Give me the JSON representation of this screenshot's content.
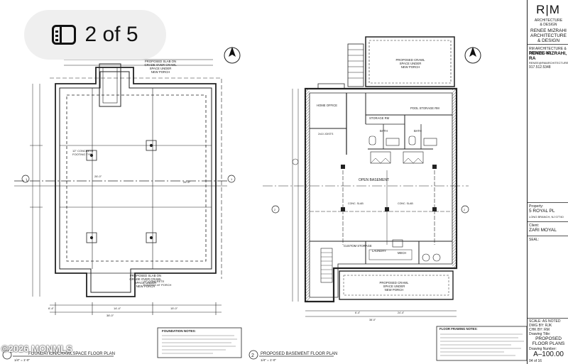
{
  "page_counter": {
    "current_text": "2 of 5",
    "icon": "sidebar-book-icon"
  },
  "watermark": "©2026 MONMLS",
  "title_block": {
    "logo": "R|M",
    "firm_lines": [
      "ARCHITECTURE",
      "& DESIGN"
    ],
    "firm_name": "RENEE MIZRAHI ARCHITECTURE & DESIGN",
    "firm_small": "RM ARCHITECTURE & DESIGN LLC",
    "architect": "RENEE MIZRAHI, RA",
    "contact": "RENEE@RMARCHITECTUREGROUP.COM",
    "phone": "917.512.5348",
    "property_label": "Property:",
    "property": "5 ROYAL PL",
    "property_city": "LONG BRANCH, NJ 07740",
    "client_label": "Client:",
    "client": "ZARI MOYAL",
    "seal_label": "SEAL:",
    "scale_label": "SCALE:",
    "scale_value": "AS NOTED",
    "dwg_label": "DWG BY:",
    "dwg_value": "RJK",
    "chk_label": "CHK BY:",
    "chk_value": "RM",
    "drawing_title_label": "Drawing Title:",
    "drawing_title_1": "PROPOSED",
    "drawing_title_2": "FLOOR  PLANS",
    "drawing_number_label": "Drawing Number:",
    "drawing_number": "A–100.00",
    "sheet_of": "04     of     16"
  },
  "plans": {
    "left_title": "FOUNDATION/CRAWLSPACE FLOOR PLAN",
    "left_scale": "1/4\" = 1'-0\"",
    "right_number": "2",
    "right_title": "PROPOSED BASEMENT FLOOR PLAN",
    "right_scale": "1/4\" = 1'-0\"",
    "left_top_note": [
      "PROPOSED SLAB ON",
      "GRADE OVER CRAWL",
      "SPACE UNDER",
      "NEW PORCH"
    ],
    "left_bottom_note": [
      "PROPOSED SLAB ON",
      "GRADE OVER CRAWL",
      "SPACE UNDER",
      "NEW PORCH"
    ],
    "right_top_note": [
      "PROPOSED CRAWL",
      "SPACE UNDER",
      "NEW PORCH"
    ],
    "right_bottom_note": [
      "PROPOSED CRAWL",
      "SPACE UNDER",
      "NEW PORCH"
    ],
    "rooms": {
      "home_office": "HOME OFFICE",
      "storage": "STORAGE RM",
      "pool_storage": "POOL STORAGE RM",
      "bath1": "BATH",
      "bath2": "BATH",
      "open_basement": "OPEN BASEMENT",
      "laundry": "LAUNDRY",
      "custom_storage": "CUSTOM STORAGE",
      "mech": "MECH"
    },
    "notes_left_title": "FOUNDATION NOTES:",
    "notes_right_title": "FLOOR FRAMING NOTES:"
  }
}
